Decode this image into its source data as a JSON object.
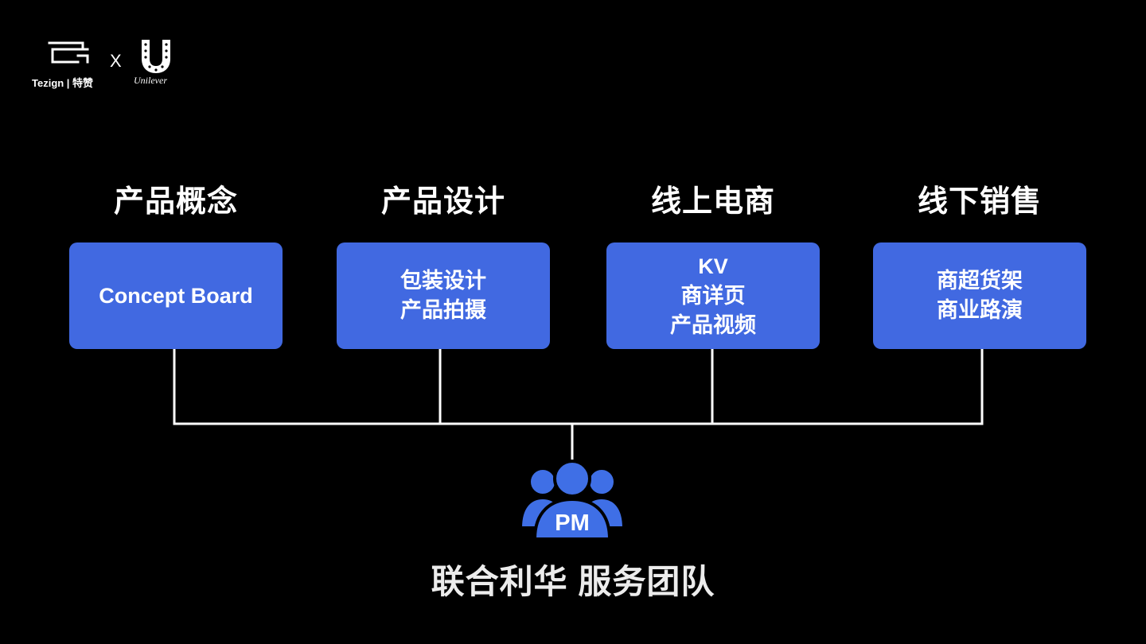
{
  "brand": {
    "tezign_text": "Tezign | 特赞",
    "separator": "X",
    "unilever_text": "Unilever"
  },
  "columns": [
    {
      "heading": "产品概念",
      "lines": [
        "Concept Board"
      ]
    },
    {
      "heading": "产品设计",
      "lines": [
        "包装设计",
        "产品拍摄"
      ]
    },
    {
      "heading": "线上电商",
      "lines": [
        "KV",
        "商详页",
        "产品视频"
      ]
    },
    {
      "heading": "线下销售",
      "lines": [
        "商超货架",
        "商业路演"
      ]
    }
  ],
  "pm": {
    "icon_label": "PM",
    "team_label": "联合利华 服务团队"
  },
  "colors": {
    "background": "#000000",
    "card": "#4169e1",
    "icon": "#3f6fe6",
    "line": "#ffffff"
  },
  "icons": {
    "tezign": "tezign-logo-icon",
    "unilever": "unilever-logo-icon",
    "team": "team-people-icon"
  }
}
